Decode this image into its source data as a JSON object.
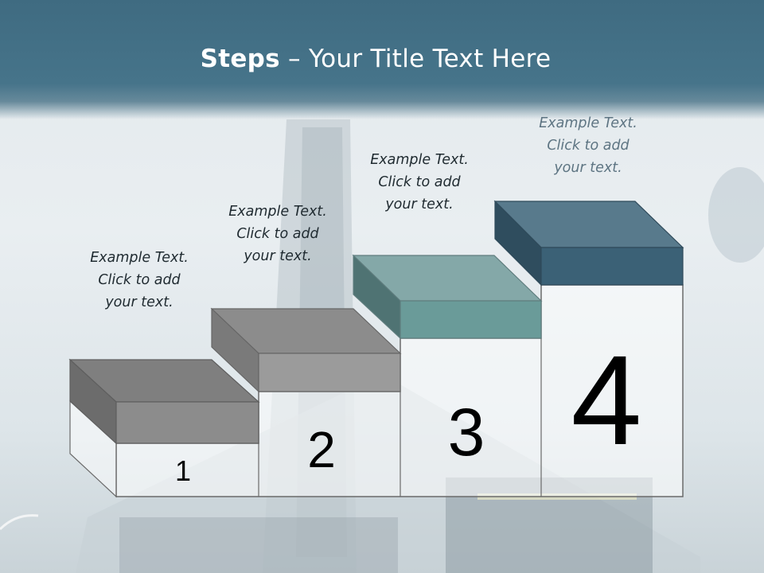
{
  "title": {
    "bold": "Steps",
    "rest": " – Your Title Text Here"
  },
  "steps": [
    {
      "number": "1",
      "caption": [
        "Example Text.",
        "Click  to add",
        "your text."
      ],
      "color": "#8a8a8a"
    },
    {
      "number": "2",
      "caption": [
        "Example Text.",
        "Click  to add",
        "your text."
      ],
      "color": "#9a9a9a"
    },
    {
      "number": "3",
      "caption": [
        "Example Text.",
        "Click  to add",
        "your text."
      ],
      "color": "#6f9e9c"
    },
    {
      "number": "4",
      "caption": [
        "Example Text.",
        "Click  to add",
        "your text."
      ],
      "color": "#3e6478"
    }
  ]
}
